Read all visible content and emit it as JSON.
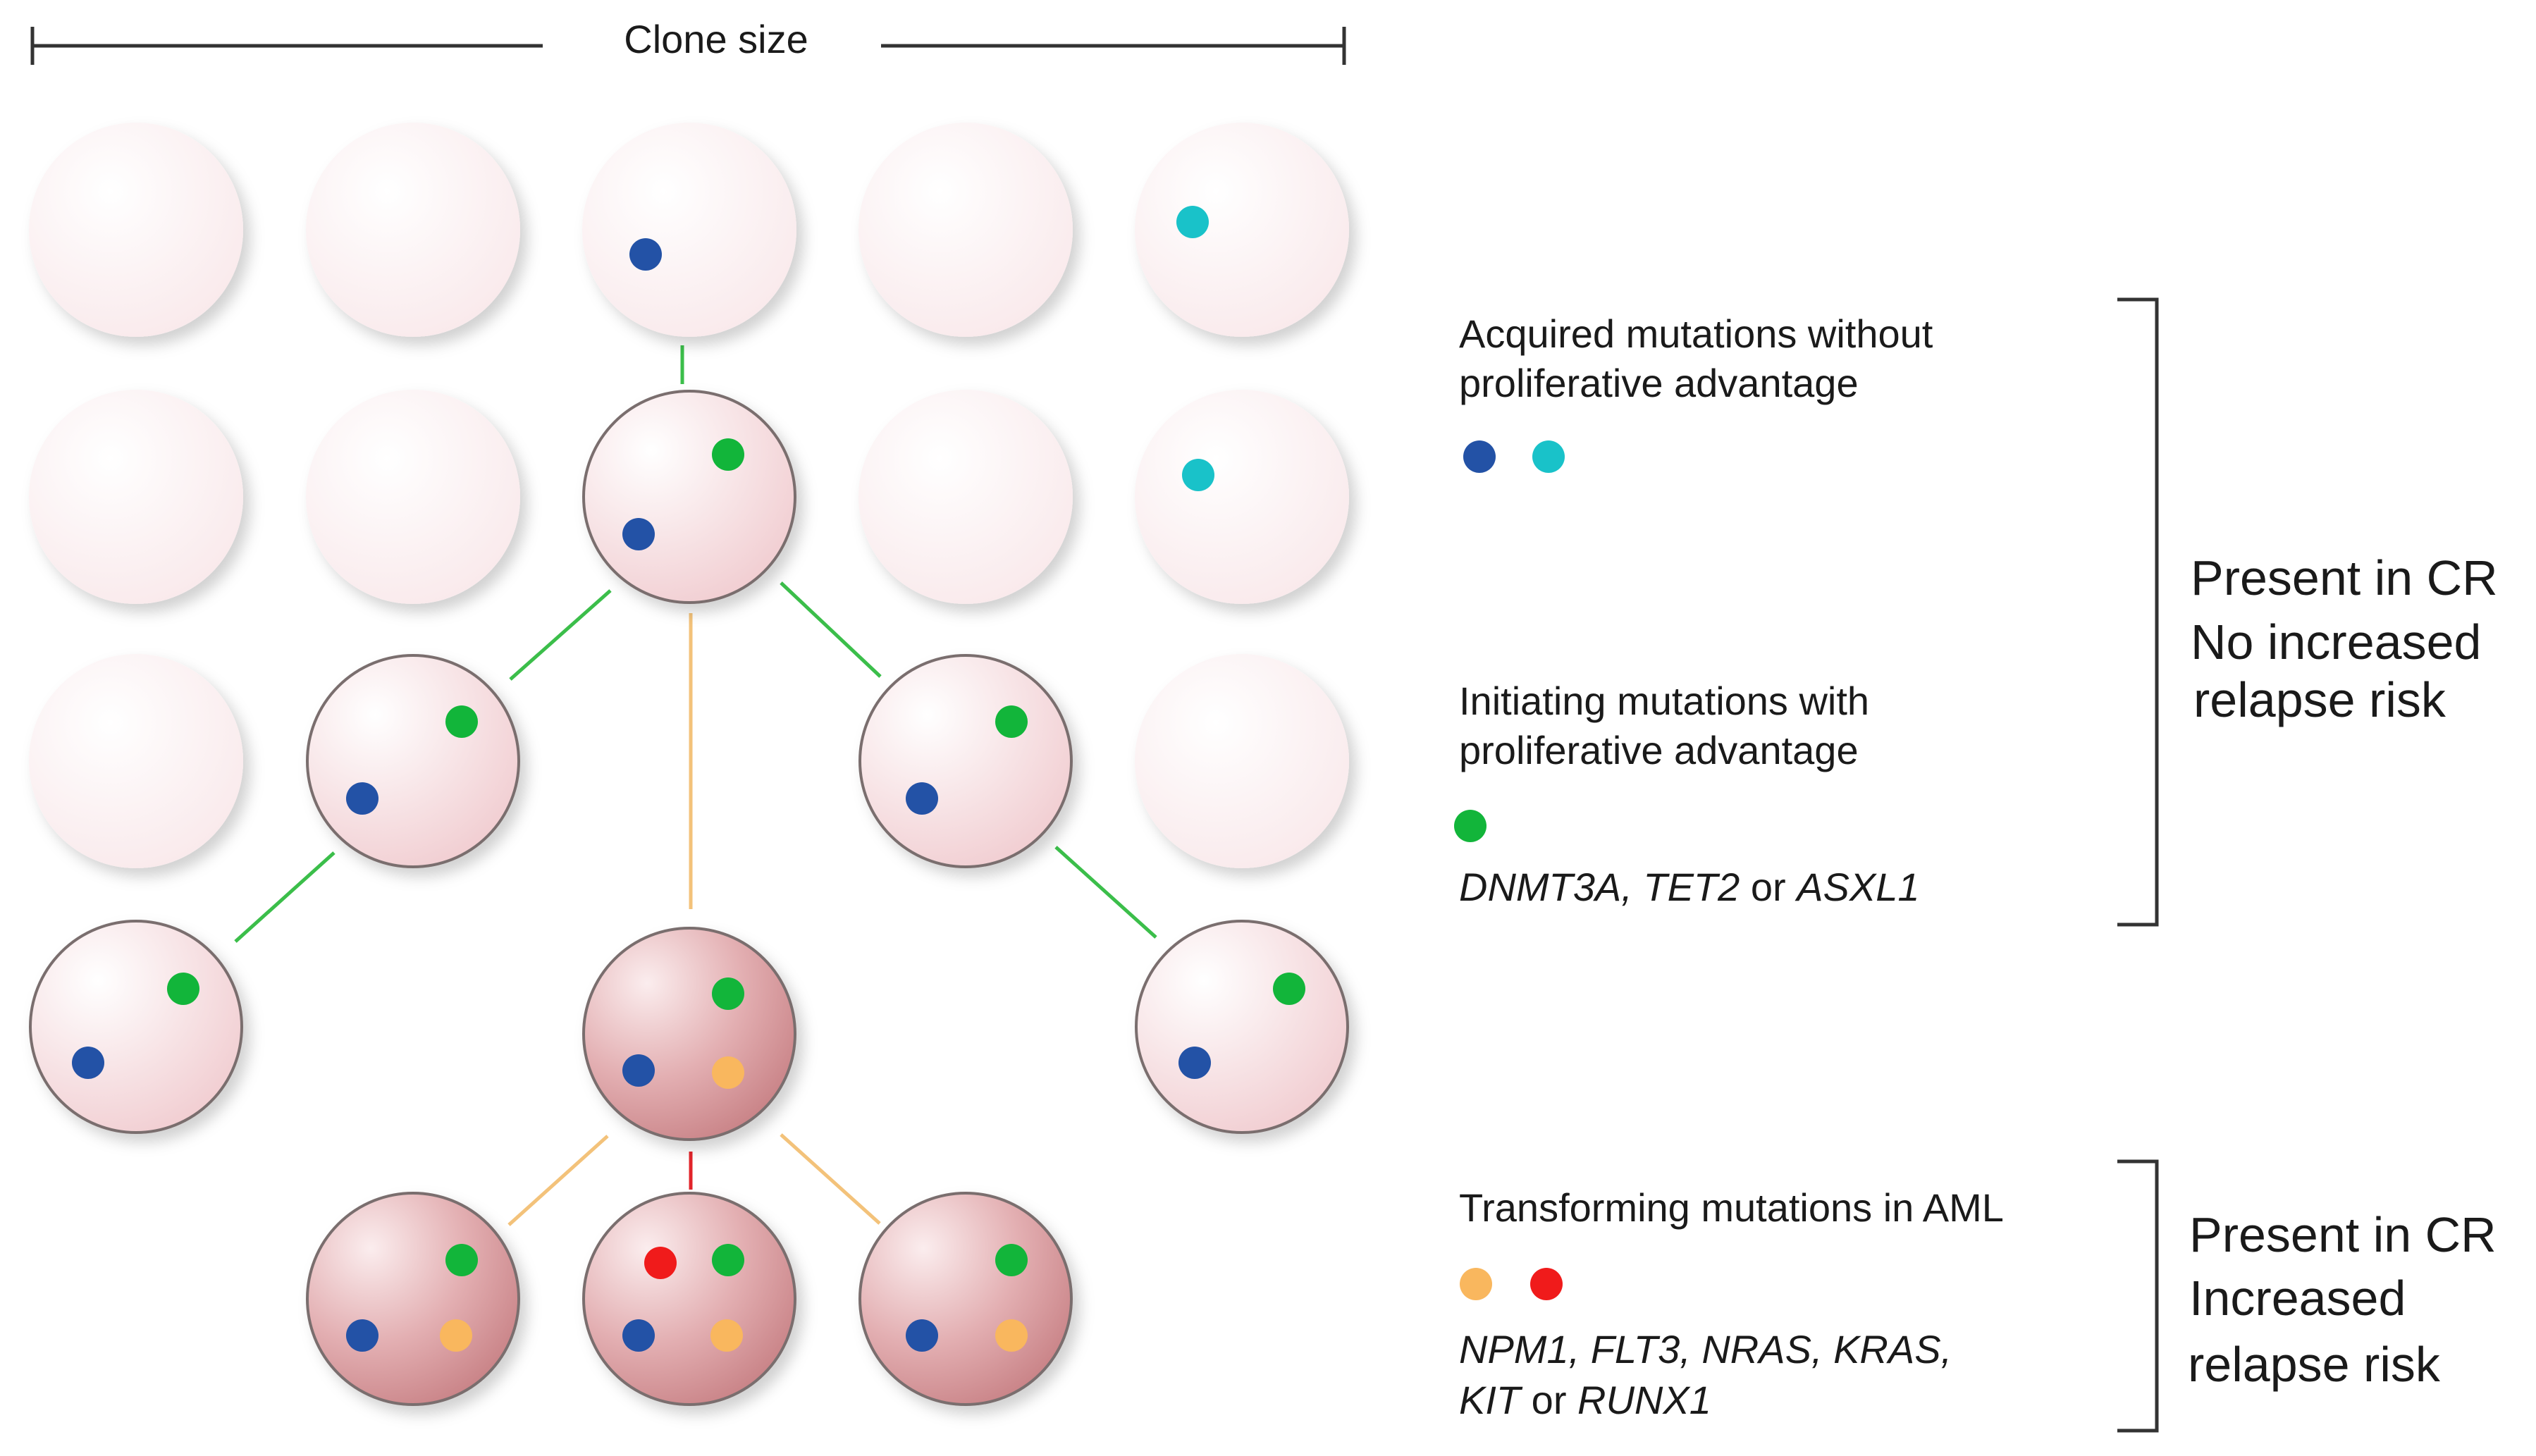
{
  "header": {
    "label": "Clone size"
  },
  "colors": {
    "dark_blue": "#2352A6",
    "cyan": "#19C2C9",
    "green": "#12B53A",
    "orange": "#F9B75E",
    "red": "#F01B1B",
    "green_line": "#3BBE4A",
    "orange_line": "#F3C27A",
    "red_line": "#E2242A",
    "cell_faint": "#FBF1F2",
    "cell_light": "#F7DCDF",
    "cell_dark": "#D79497",
    "cell_outline": "#7A6E6E"
  },
  "legend": {
    "acquired": {
      "title_line1": "Acquired mutations without",
      "title_line2": "proliferative advantage",
      "dots": [
        "dark-blue-dot",
        "cyan-dot"
      ]
    },
    "initiating": {
      "title_line1": "Initiating mutations with",
      "title_line2": "proliferative advantage",
      "dots": [
        "green-dot"
      ],
      "genes": {
        "g1": "DNMT3A",
        "sep1": ", ",
        "g2": "TET2",
        "sep2": " or ",
        "g3": "ASXL1"
      }
    },
    "transforming": {
      "title": "Transforming mutations in AML",
      "dots": [
        "orange-dot",
        "red-dot"
      ],
      "genes_line1": "NPM1, FLT3, NRAS, KRAS,",
      "genes_line2": {
        "g1": "KIT",
        "sep": " or ",
        "g2": "RUNX1"
      }
    }
  },
  "brackets": {
    "upper": {
      "line1": "Present in CR",
      "line2": "No increased",
      "line3": "relapse risk"
    },
    "lower": {
      "line1": "Present in CR",
      "line2": "Increased",
      "line3": "relapse risk"
    }
  }
}
